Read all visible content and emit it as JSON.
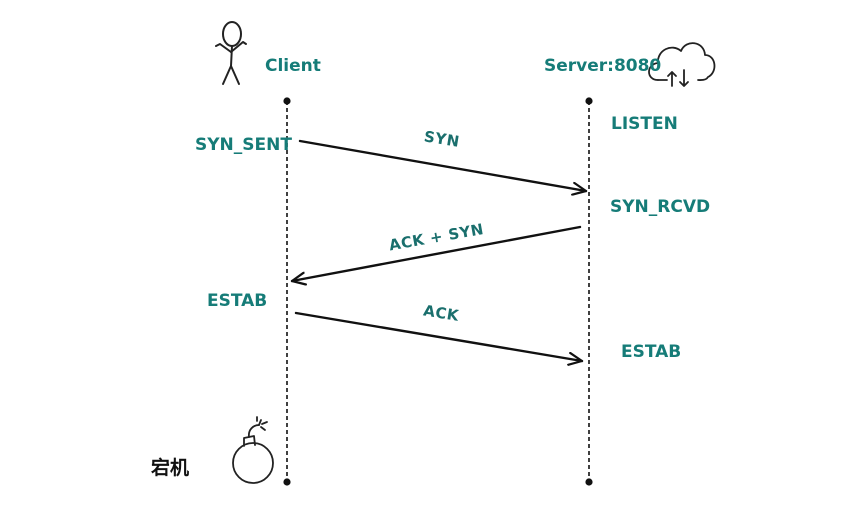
{
  "diagram": {
    "client_label": "Client",
    "server_label": "Server:8080",
    "client_states": {
      "syn_sent": "SYN_SENT",
      "estab": "ESTAB"
    },
    "server_states": {
      "listen": "LISTEN",
      "syn_rcvd": "SYN_RCVD",
      "estab": "ESTAB"
    },
    "messages": {
      "syn": "SYN",
      "ack_syn": "ACK + SYN",
      "ack": "ACK"
    },
    "crash_label": "宕机"
  },
  "icons": {
    "client": "stick-figure-icon",
    "server": "cloud-upload-download-icon",
    "crash": "bomb-icon"
  },
  "colors": {
    "label": "#167c78",
    "message_text": "#1a6f6d",
    "line": "#111111"
  }
}
